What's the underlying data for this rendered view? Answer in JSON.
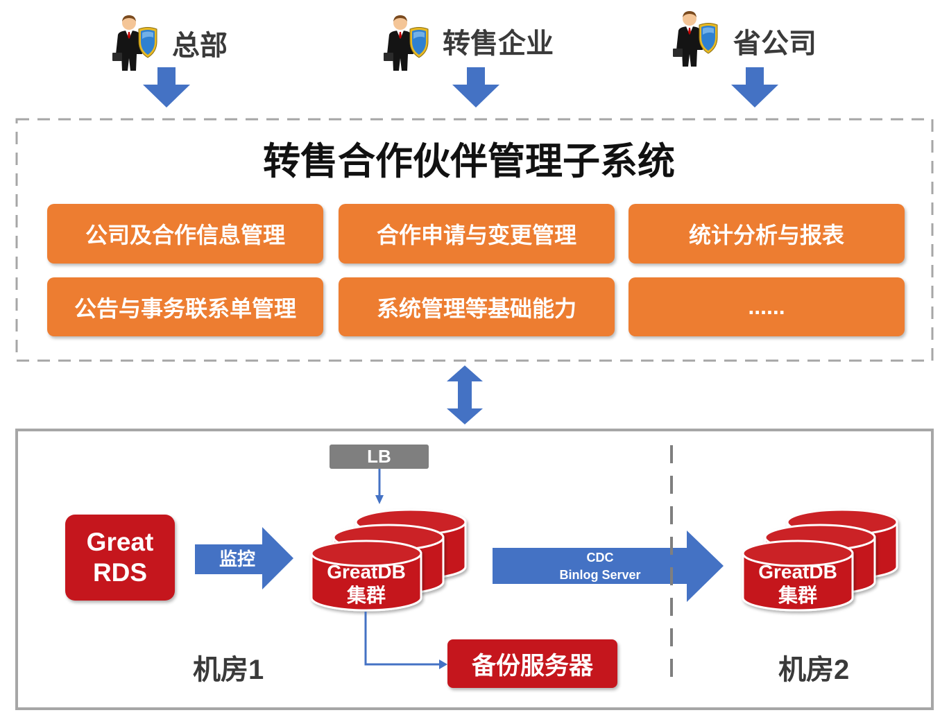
{
  "users": [
    {
      "label": "总部",
      "icon": "businessman-shield-icon"
    },
    {
      "label": "转售企业",
      "icon": "businessman-shield-icon"
    },
    {
      "label": "省公司",
      "icon": "businessman-shield-icon"
    }
  ],
  "subsystem": {
    "title": "转售合作伙伴管理子系统",
    "modules": [
      "公司及合作信息管理",
      "合作申请与变更管理",
      "统计分析与报表",
      "公告与事务联系单管理",
      "系统管理等基础能力",
      "......"
    ]
  },
  "datacenter": {
    "load_balancer": "LB",
    "rds": {
      "line1": "Great",
      "line2": "RDS"
    },
    "monitor": "监控",
    "cluster_primary": {
      "line1": "GreatDB",
      "line2": "集群"
    },
    "replication": {
      "line1": "CDC",
      "line2": "Binlog Server"
    },
    "cluster_secondary": {
      "line1": "GreatDB",
      "line2": "集群"
    },
    "backup_server": "备份服务器",
    "room_1": "机房1",
    "room_2": "机房2"
  },
  "colors": {
    "module_fill": "#ED7D31",
    "arrow_blue": "#4472C4",
    "db_red": "#C5161D",
    "lb_gray": "#7F7F7F"
  }
}
